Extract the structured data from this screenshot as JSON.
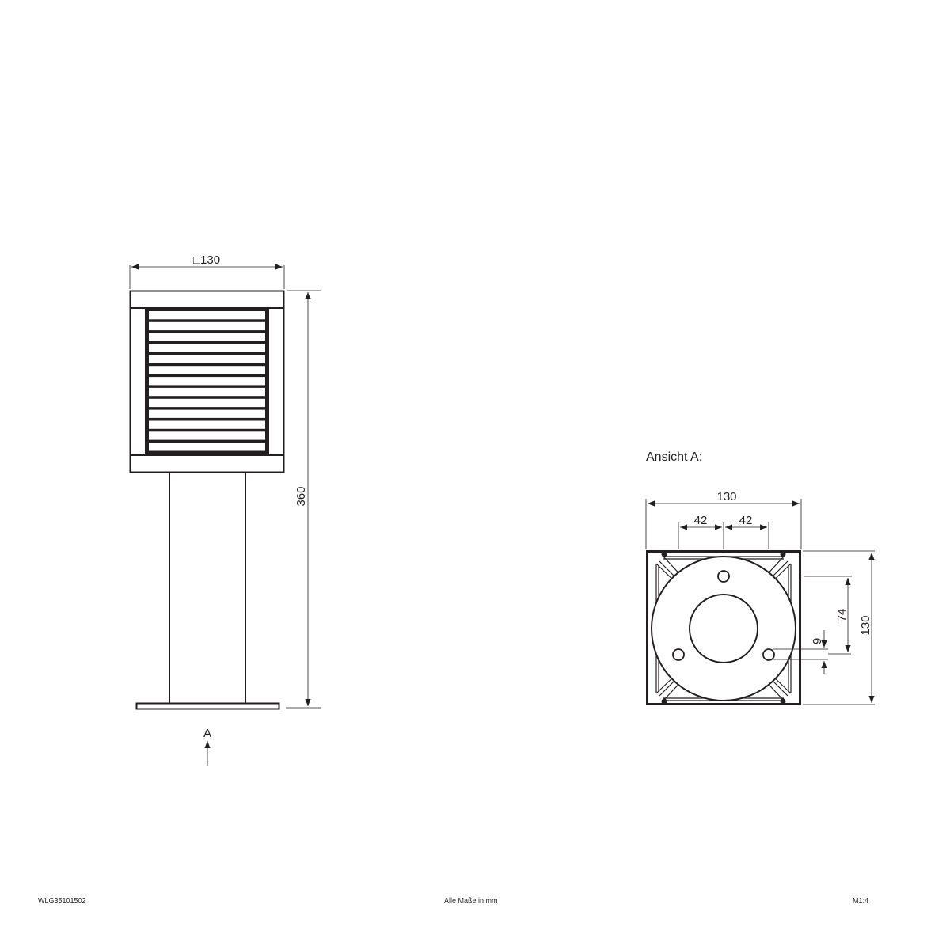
{
  "drawing": {
    "front_view": {
      "width_label": "□130",
      "height_label": "360",
      "view_marker_label": "A",
      "louver_count": 13
    },
    "bottom_view": {
      "title": "Ansicht A:",
      "overall_width_label": "130",
      "hole_spacing_left_label": "42",
      "hole_spacing_right_label": "42",
      "overall_height_label": "130",
      "hole_offset_label": "74",
      "hole_diameter_label": "9"
    }
  },
  "footer": {
    "article_number": "WLG35101502",
    "units_note": "Alle Maße in mm",
    "scale": "M1:4"
  },
  "colors": {
    "line": "#231f20",
    "background": "#ffffff"
  }
}
